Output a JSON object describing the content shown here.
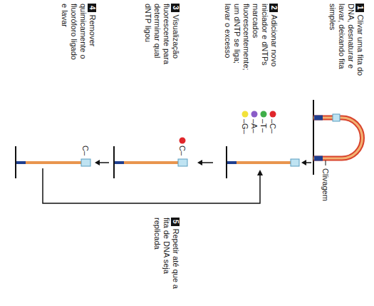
{
  "diagram": {
    "nodes": [
      {
        "text": [
          "1",
          "Clivar uma fita do DNA, desnaturar e lavar, deixando fita simples"
        ]
      },
      {
        "text": [
          "2",
          "Adicionar novo iniciador e dNTPs marcados fluorescentemente; um dNTP se liga; lavar o excesso"
        ]
      },
      {
        "text": [
          "3",
          "Visualização fluorescente para determinar qual dNTP ligou"
        ]
      },
      {
        "text": [
          "4",
          "Remover quimicamente o fluoróforo ligado e lavar"
        ]
      },
      {
        "text": [
          "5",
          "Repetir até que a fita de DNA seja replicada"
        ]
      }
    ],
    "labels": [
      "Clivagem",
      "–C–",
      "–T–",
      "–A–",
      "–G–",
      "C–",
      "C–"
    ]
  }
}
